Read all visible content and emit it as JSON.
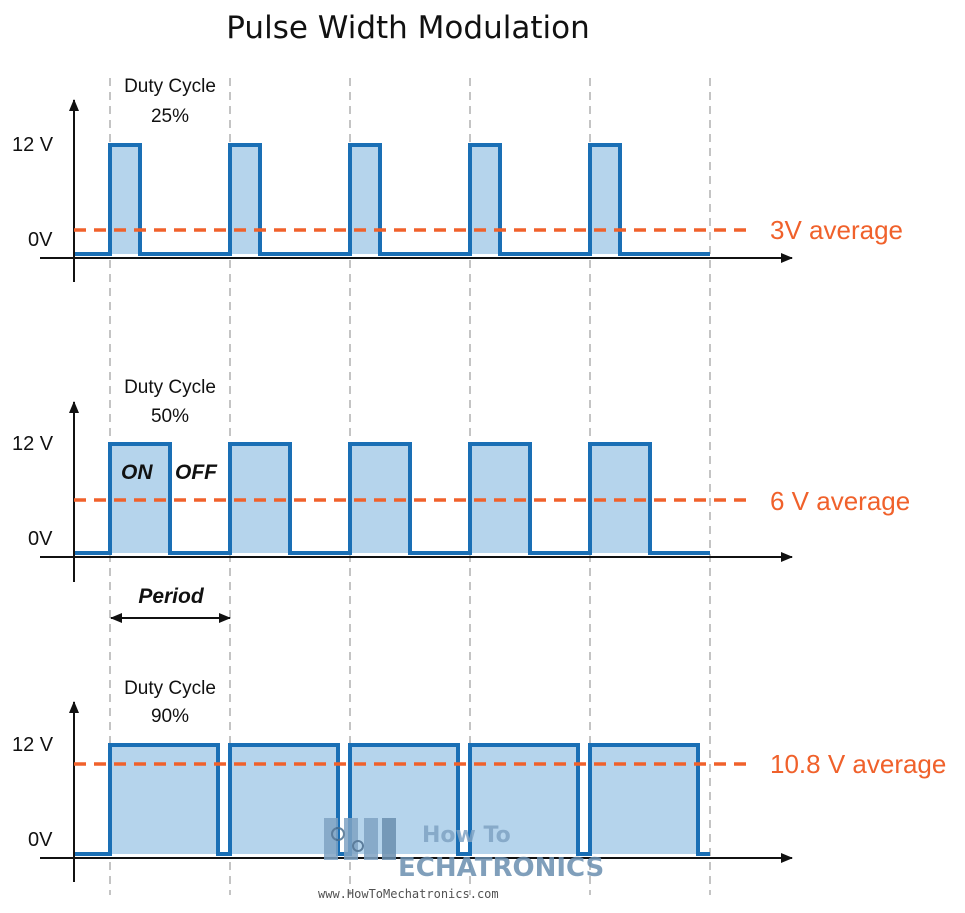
{
  "title": "Pulse Width Modulation",
  "colors": {
    "signal_stroke": "#1a6fb5",
    "signal_fill": "#b5d4ec",
    "average_line": "#f0612b",
    "axis": "#111111",
    "guide_line": "#8a8a8a",
    "watermark": "#6a8fb0"
  },
  "panels": [
    {
      "duty_label": "Duty Cycle",
      "duty_value": "25%",
      "duty_fraction": 0.25,
      "high_label": "12 V",
      "low_label": "0V",
      "average_label": "3V average"
    },
    {
      "duty_label": "Duty Cycle",
      "duty_value": "50%",
      "duty_fraction": 0.5,
      "high_label": "12 V",
      "low_label": "0V",
      "average_label": "6 V average",
      "on_label": "ON",
      "off_label": "OFF"
    },
    {
      "duty_label": "Duty Cycle",
      "duty_value": "90%",
      "duty_fraction": 0.9,
      "high_label": "12 V",
      "low_label": "0V",
      "average_label": "10.8 V average"
    }
  ],
  "period_label": "Period",
  "watermark": {
    "line1": "How To",
    "line2": "ECHATRONICS",
    "url": "www.HowToMechatronics.com"
  }
}
